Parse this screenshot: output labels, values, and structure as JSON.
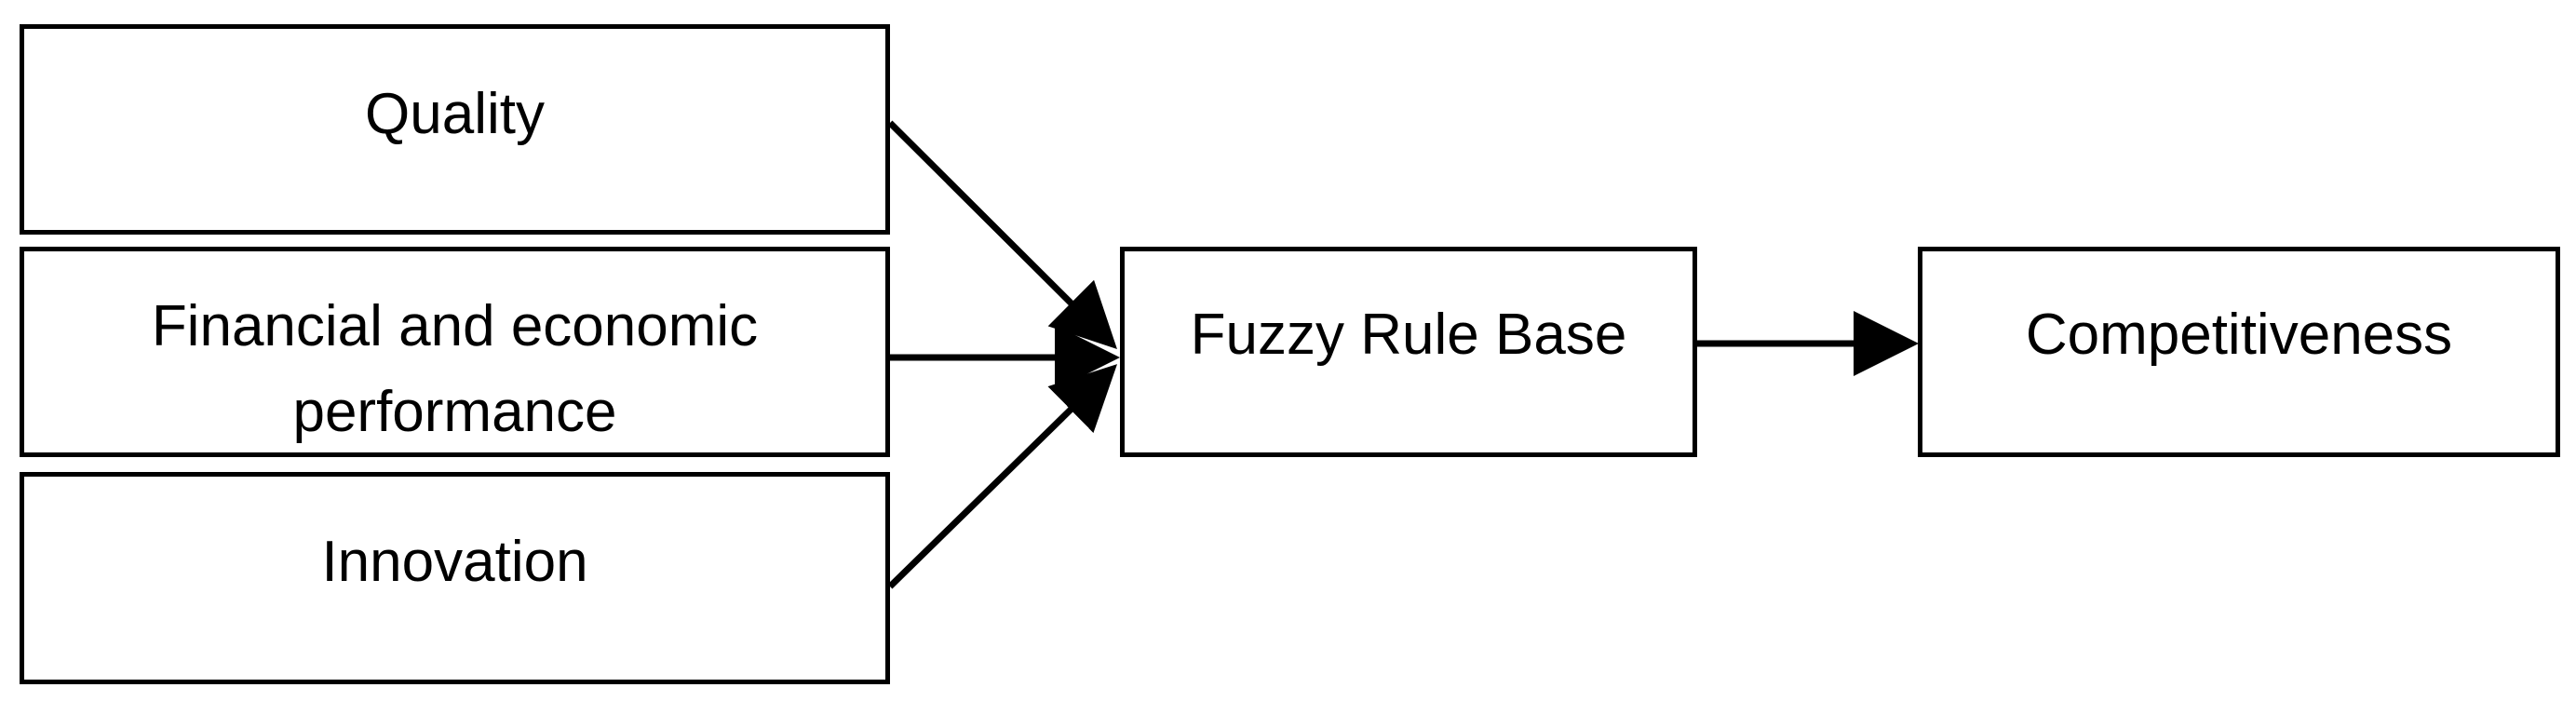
{
  "diagram": {
    "inputs": [
      {
        "id": "quality",
        "label": "Quality"
      },
      {
        "id": "financial",
        "label": "Financial and economic performance"
      },
      {
        "id": "innovation",
        "label": "Innovation"
      }
    ],
    "processor": {
      "label": "Fuzzy Rule Base"
    },
    "output": {
      "label": "Competitiveness"
    },
    "edges": [
      {
        "from": "Quality",
        "to": "Fuzzy Rule Base"
      },
      {
        "from": "Financial and economic performance",
        "to": "Fuzzy Rule Base"
      },
      {
        "from": "Innovation",
        "to": "Fuzzy Rule Base"
      },
      {
        "from": "Fuzzy Rule Base",
        "to": "Competitiveness"
      }
    ],
    "colors": {
      "stroke": "#000000",
      "background": "#ffffff",
      "text": "#000000"
    }
  }
}
